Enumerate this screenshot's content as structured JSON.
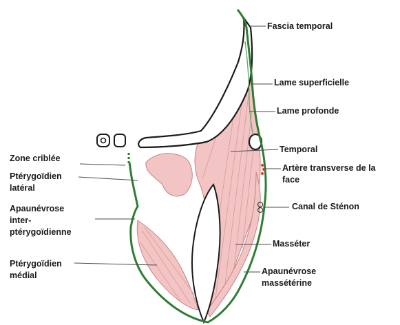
{
  "labels": {
    "fascia_temporal": "Fascia temporal",
    "lame_superficielle": "Lame superficielle",
    "lame_profonde": "Lame profonde",
    "temporal": "Temporal",
    "artere_line1": "Artère transverse de la",
    "artere_line2": "face",
    "canal_stenon": "Canal de Sténon",
    "masseter": "Masséter",
    "apo_masseterine_line1": "Apaunévrose",
    "apo_masseterine_line2": "massétérine",
    "zone_criblee": "Zone criblée",
    "pterygoidien_lateral_line1": "Ptérygoïdien",
    "pterygoidien_lateral_line2": "latéral",
    "apo_inter_line1": "Apaunévrose",
    "apo_inter_line2": "inter-",
    "apo_inter_line3": "ptérygoïdienne",
    "pterygoidien_medial_line1": "Ptérygoïdien",
    "pterygoidien_medial_line2": "médial"
  },
  "colors": {
    "fascia": "#2e7d32",
    "muscle_fill": "#f2c4c4",
    "muscle_stroke": "#c98282",
    "bone_stroke": "#1a1a1a",
    "leader": "#4a4a4a",
    "artery": "#d23a3a"
  }
}
